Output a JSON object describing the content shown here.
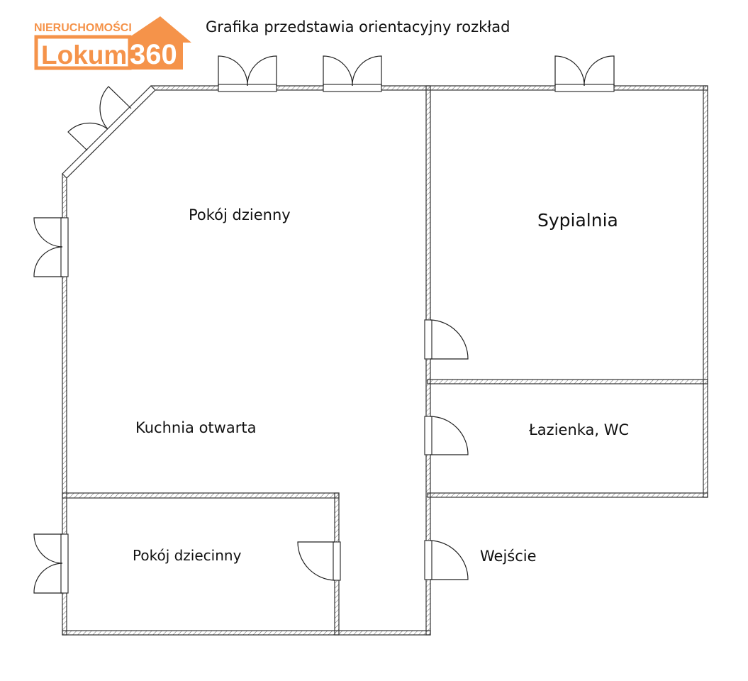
{
  "logo": {
    "top_text": "NIERUCHOMOŚCI",
    "brand": "Lokum",
    "number": "360",
    "color": "#f5934a"
  },
  "title": "Grafika przedstawia orientacyjny rozkład",
  "rooms": {
    "living": "Pokój dzienny",
    "bedroom": "Sypialnia",
    "kitchen": "Kuchnia otwarta",
    "bathroom": "Łazienka, WC",
    "kids": "Pokój dziecinny",
    "entrance": "Wejście"
  }
}
